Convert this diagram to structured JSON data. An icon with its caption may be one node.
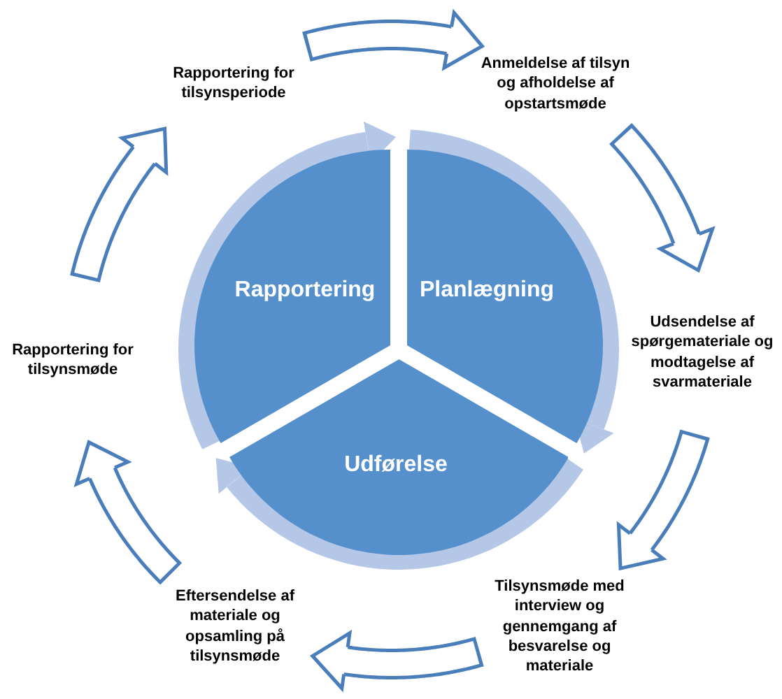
{
  "diagram": {
    "nodes": [
      {
        "text": [
          "Rapportering"
        ]
      },
      {
        "text": [
          "Planlægning"
        ]
      },
      {
        "text": [
          "Udførelse"
        ]
      },
      {
        "text": [
          "Rapportering for tilsynsperiode"
        ]
      },
      {
        "text": [
          "Anmeldelse af tilsyn og afholdelse af opstartsmøde"
        ]
      },
      {
        "text": [
          "Udsendelse af spørgemateriale og modtagelse af svarmateriale"
        ]
      },
      {
        "text": [
          "Tilsynsmøde med interview og gennemgang af besvarelse og materiale"
        ]
      },
      {
        "text": [
          "Eftersendelse af materiale og opsamling på tilsynsmøde"
        ]
      },
      {
        "text": [
          "Rapportering for tilsynsmøde"
        ]
      }
    ],
    "edges": [
      {
        "from": 0,
        "to": 1,
        "arrow": "to",
        "color": "#b4c7e7"
      },
      {
        "from": 1,
        "to": 2,
        "arrow": "to",
        "color": "#b4c7e7"
      },
      {
        "from": 2,
        "to": 0,
        "arrow": "to",
        "color": "#b4c7e7"
      },
      {
        "from": 3,
        "to": 4,
        "arrow": "to"
      },
      {
        "from": 4,
        "to": 5,
        "arrow": "to"
      },
      {
        "from": 5,
        "to": 6,
        "arrow": "to"
      },
      {
        "from": 6,
        "to": 7,
        "arrow": "to"
      },
      {
        "from": 7,
        "to": 8,
        "arrow": "to"
      },
      {
        "from": 8,
        "to": 3,
        "arrow": "to"
      }
    ]
  }
}
